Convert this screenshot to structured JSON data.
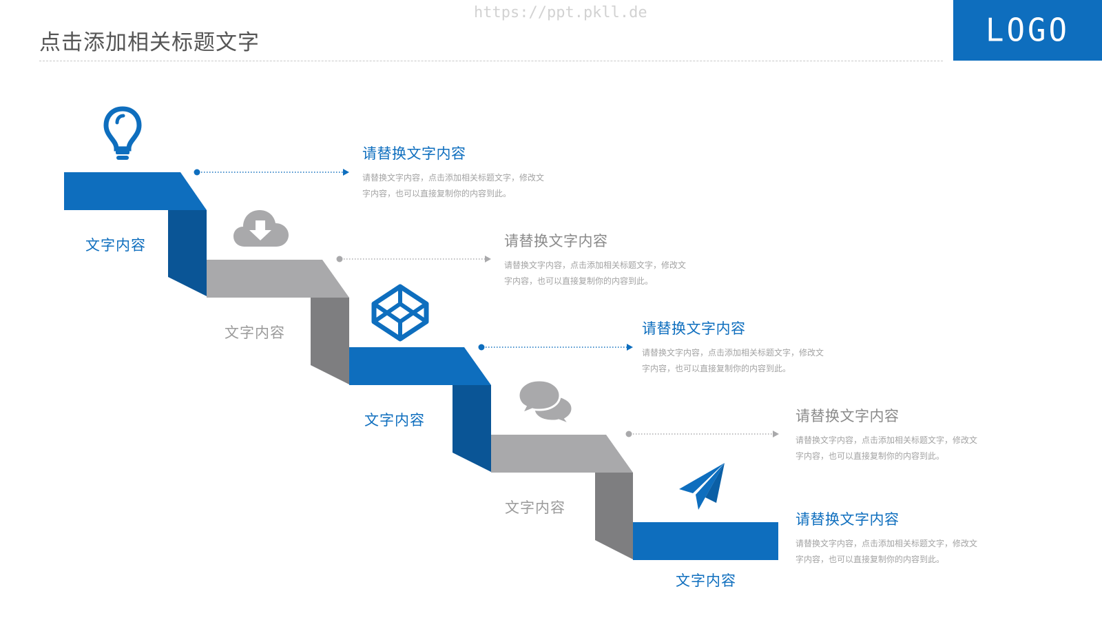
{
  "header": {
    "title": "点击添加相关标题文字",
    "watermark": "https://ppt.pkll.de",
    "logo": "LOGO"
  },
  "colors": {
    "accent": "#0e6ebe",
    "accent_dark": "#0a5596",
    "gray_top": "#a9a9ab",
    "gray_riser": "#7e7e80",
    "body_text": "#a3a3a3"
  },
  "steps": [
    {
      "label": "文字内容",
      "color": "blue",
      "icon": "lightbulb-icon",
      "heading": "请替换文字内容",
      "body": "请替换文字内容，点击添加相关标题文字，修改文字内容，也可以直接复制你的内容到此。"
    },
    {
      "label": "文字内容",
      "color": "gray",
      "icon": "cloud-download-icon",
      "heading": "请替换文字内容",
      "body": "请替换文字内容，点击添加相关标题文字，修改文字内容，也可以直接复制你的内容到此。"
    },
    {
      "label": "文字内容",
      "color": "blue",
      "icon": "codepen-cube-icon",
      "heading": "请替换文字内容",
      "body": "请替换文字内容，点击添加相关标题文字，修改文字内容，也可以直接复制你的内容到此。"
    },
    {
      "label": "文字内容",
      "color": "gray",
      "icon": "chat-bubbles-icon",
      "heading": "请替换文字内容",
      "body": "请替换文字内容，点击添加相关标题文字，修改文字内容，也可以直接复制你的内容到此。"
    },
    {
      "label": "文字内容",
      "color": "blue",
      "icon": "paper-plane-icon",
      "heading": "请替换文字内容",
      "body": "请替换文字内容，点击添加相关标题文字，修改文字内容，也可以直接复制你的内容到此。"
    }
  ]
}
